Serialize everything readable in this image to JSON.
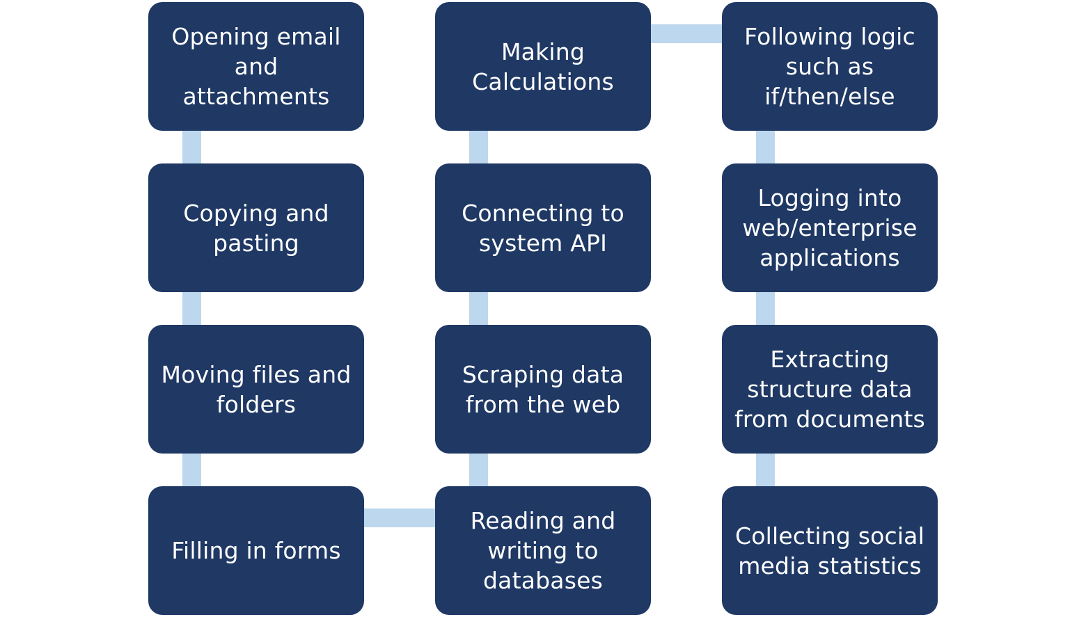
{
  "theme": {
    "node_fill": "#1f3864",
    "connector_color": "#bdd7ee",
    "text_color": "#ffffff"
  },
  "nodes": [
    {
      "id": "opening-email",
      "label": "Opening email and attachments"
    },
    {
      "id": "copying-pasting",
      "label": "Copying and pasting"
    },
    {
      "id": "moving-files",
      "label": "Moving files and folders"
    },
    {
      "id": "filling-forms",
      "label": "Filling in forms"
    },
    {
      "id": "reading-writing-db",
      "label": "Reading and writing to databases"
    },
    {
      "id": "scraping-web",
      "label": "Scraping data from the web"
    },
    {
      "id": "connecting-api",
      "label": "Connecting to system API"
    },
    {
      "id": "making-calculations",
      "label": "Making Calculations"
    },
    {
      "id": "following-logic",
      "label": "Following logic such as if/then/else"
    },
    {
      "id": "logging-into-apps",
      "label": "Logging into web/enterprise applications"
    },
    {
      "id": "extracting-structure",
      "label": "Extracting structure data from documents"
    },
    {
      "id": "collecting-social",
      "label": "Collecting social media statistics"
    }
  ],
  "edges": [
    {
      "from": "opening-email",
      "to": "copying-pasting"
    },
    {
      "from": "copying-pasting",
      "to": "moving-files"
    },
    {
      "from": "moving-files",
      "to": "filling-forms"
    },
    {
      "from": "filling-forms",
      "to": "reading-writing-db"
    },
    {
      "from": "reading-writing-db",
      "to": "scraping-web"
    },
    {
      "from": "scraping-web",
      "to": "connecting-api"
    },
    {
      "from": "connecting-api",
      "to": "making-calculations"
    },
    {
      "from": "making-calculations",
      "to": "following-logic"
    },
    {
      "from": "following-logic",
      "to": "logging-into-apps"
    },
    {
      "from": "logging-into-apps",
      "to": "extracting-structure"
    },
    {
      "from": "extracting-structure",
      "to": "collecting-social"
    }
  ]
}
